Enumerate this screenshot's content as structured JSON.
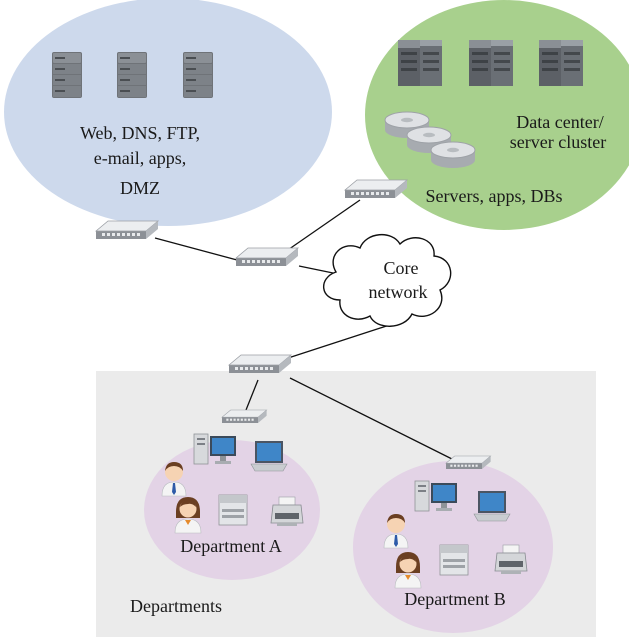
{
  "dmz": {
    "label_lines": [
      "Web, DNS, FTP,",
      "e-mail, apps,",
      "DMZ"
    ],
    "zone_color": "#cdd9ec"
  },
  "datacenter": {
    "label_lines": [
      "Data center/",
      "server cluster"
    ],
    "servers_label": "Servers, apps, DBs",
    "zone_color": "#a8d08d"
  },
  "core": {
    "label_lines": [
      "Core",
      "network"
    ]
  },
  "departments": {
    "area_label": "Departments",
    "area_color": "#ebebeb",
    "dept_a": {
      "label": "Department A"
    },
    "dept_b": {
      "label": "Department B"
    },
    "zone_color": "#e3d3e6"
  },
  "icons": [
    "server-icon",
    "database-disk-icon",
    "network-switch-icon",
    "cloud-icon",
    "desktop-pc-icon",
    "laptop-icon",
    "user-icon",
    "printer-icon"
  ]
}
